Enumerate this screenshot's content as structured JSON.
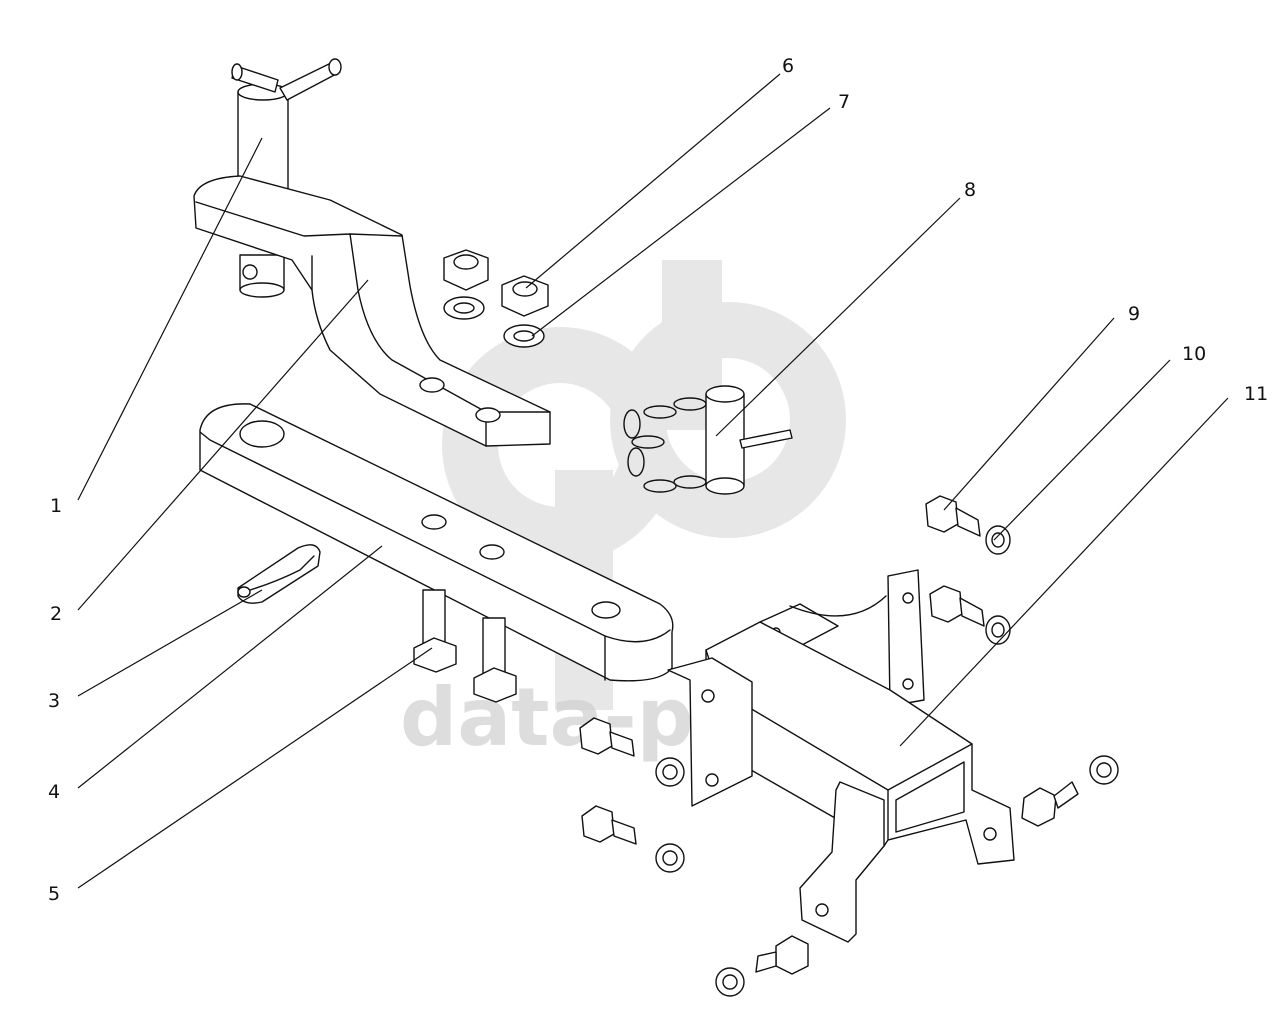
{
  "watermark": {
    "text": "data-parts",
    "color": "#cfcfcf"
  },
  "callouts": [
    {
      "label": "1"
    },
    {
      "label": "2"
    },
    {
      "label": "3"
    },
    {
      "label": "4"
    },
    {
      "label": "5"
    },
    {
      "label": "6"
    },
    {
      "label": "7"
    },
    {
      "label": "8"
    },
    {
      "label": "9"
    },
    {
      "label": "10"
    },
    {
      "label": "11"
    }
  ],
  "colors": {
    "line": "#111111",
    "background": "#ffffff"
  }
}
